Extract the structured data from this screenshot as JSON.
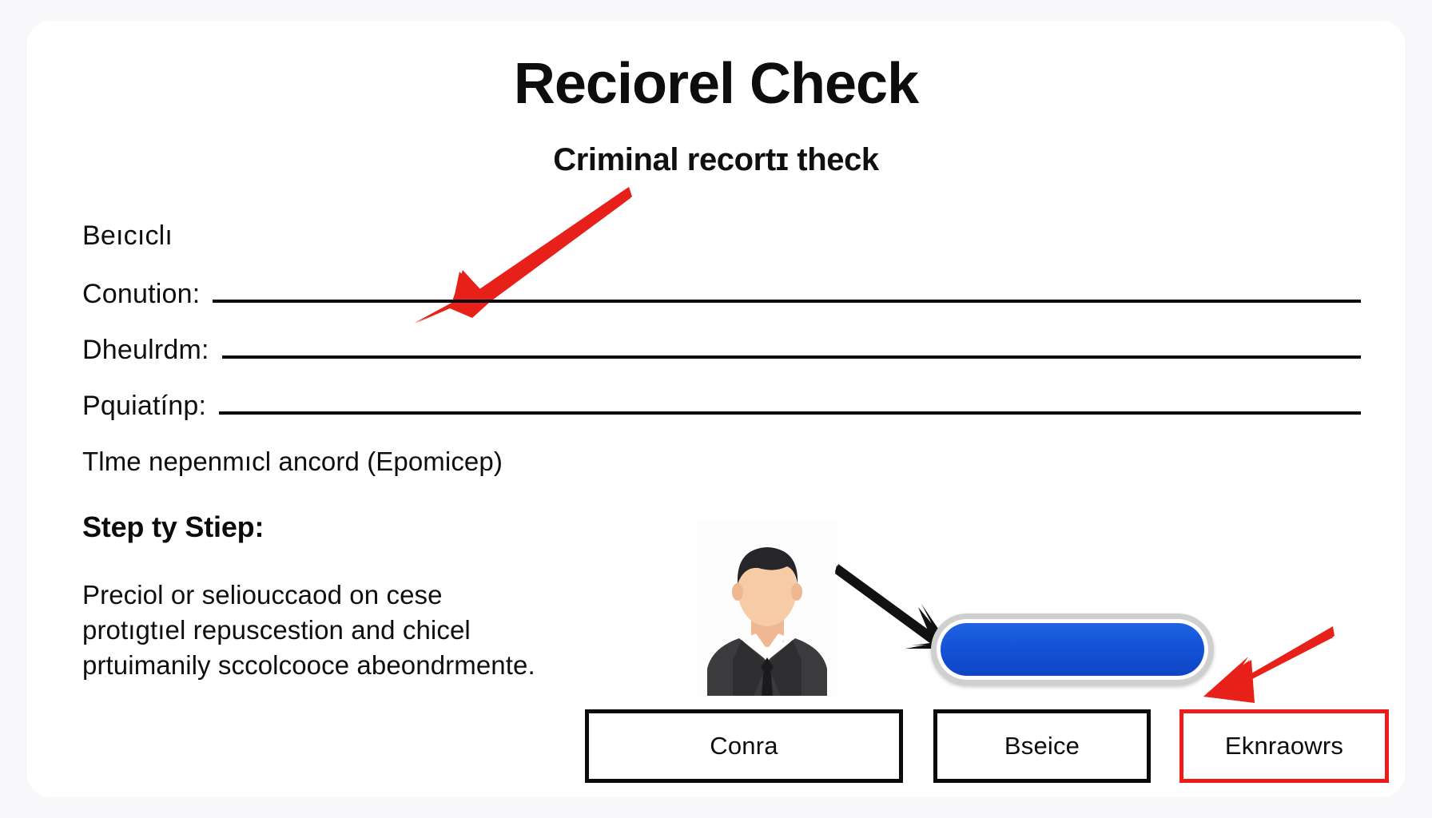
{
  "document": {
    "title": "Reciorel Check",
    "subtitle": "Criminal recortɪ theck"
  },
  "form": {
    "intro_label": "Beıcıclı",
    "fields": [
      {
        "label": "Conution:",
        "value": ""
      },
      {
        "label": "Dheulrdm:",
        "value": ""
      },
      {
        "label": "Pquiatínp:",
        "value": ""
      }
    ],
    "note": "Tlme nepenmıcl ancord (Epomicep)"
  },
  "steps": {
    "heading": "Step ty Stiep:",
    "body": "Preciol or seliouccaod on cese protıgtıel repuscestion and chicel prtuimanily sccolcooce abeondrmente."
  },
  "controls": {
    "avatar_alt": "person-avatar",
    "toggle_state": "on",
    "buttons": [
      {
        "label": "Conra",
        "emphasis": "normal"
      },
      {
        "label": "Bseice",
        "emphasis": "normal"
      },
      {
        "label": "Eknraowrs",
        "emphasis": "highlighted"
      }
    ]
  },
  "annotations": [
    {
      "name": "red-arrow-to-form",
      "color": "#e8201a",
      "direction": "down-left"
    },
    {
      "name": "black-arrow-to-toggle",
      "color": "#111111",
      "direction": "down-right"
    },
    {
      "name": "red-arrow-to-highlighted-button",
      "color": "#e8201a",
      "direction": "down-left"
    }
  ],
  "colors": {
    "page_background": "#f8f7f9",
    "card_background": "#ffffff",
    "text": "#0d0d0d",
    "accent_red": "#ee1b1b",
    "toggle_blue": "#1352d8",
    "border_black": "#0b0b0b"
  }
}
